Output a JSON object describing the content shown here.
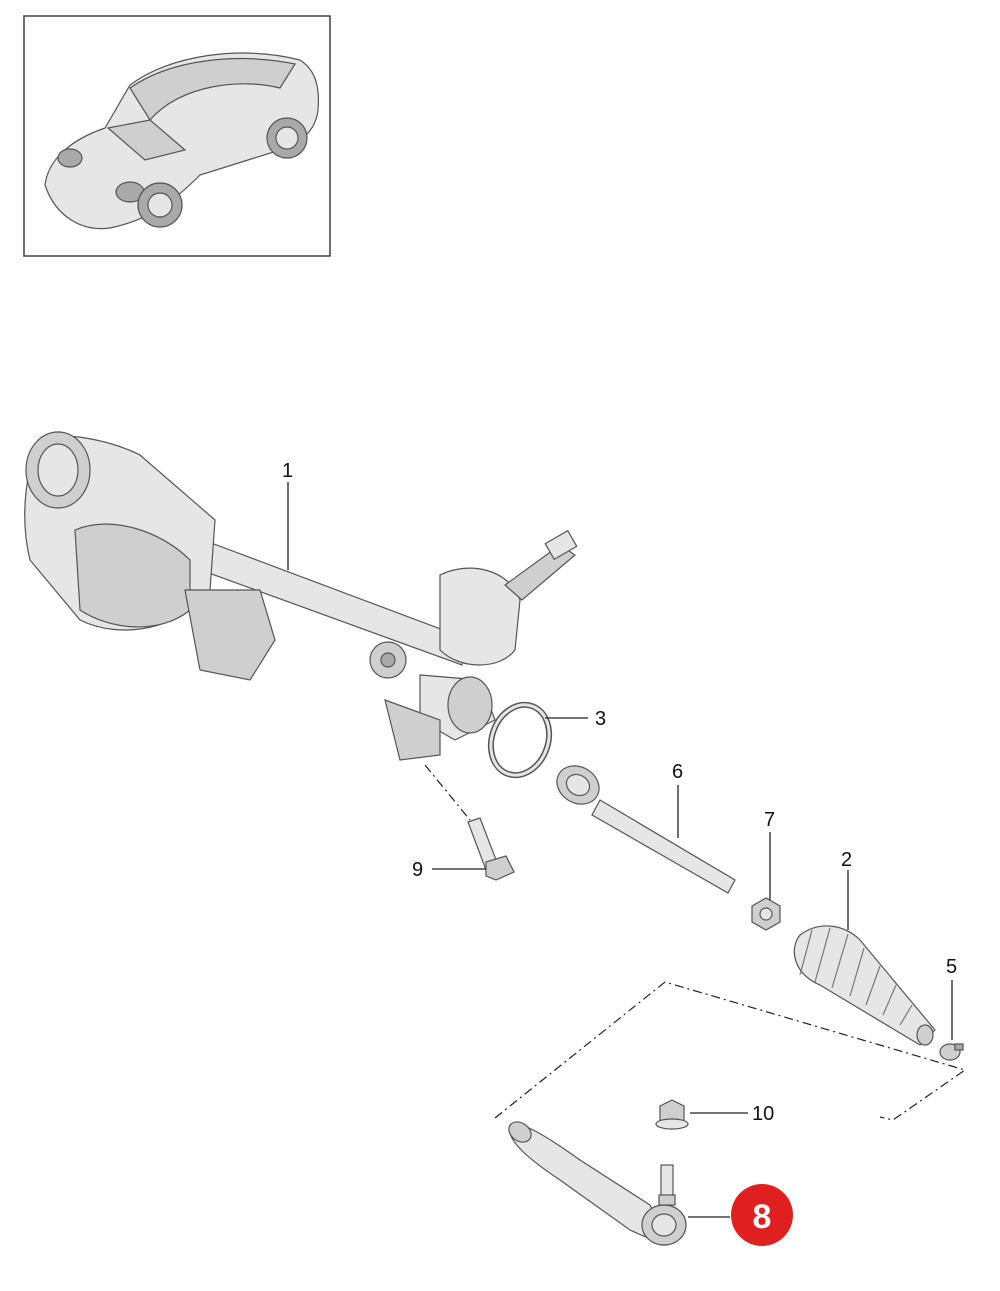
{
  "diagram": {
    "thumbnail": {
      "icon": "car-coupe-icon"
    },
    "callouts": [
      {
        "id": "c1",
        "label": "1"
      },
      {
        "id": "c2",
        "label": "2"
      },
      {
        "id": "c3",
        "label": "3"
      },
      {
        "id": "c5",
        "label": "5"
      },
      {
        "id": "c6",
        "label": "6"
      },
      {
        "id": "c7",
        "label": "7"
      },
      {
        "id": "c9",
        "label": "9"
      },
      {
        "id": "c10",
        "label": "10"
      }
    ],
    "highlight": {
      "label": "8",
      "color": "#e01f1f"
    }
  }
}
